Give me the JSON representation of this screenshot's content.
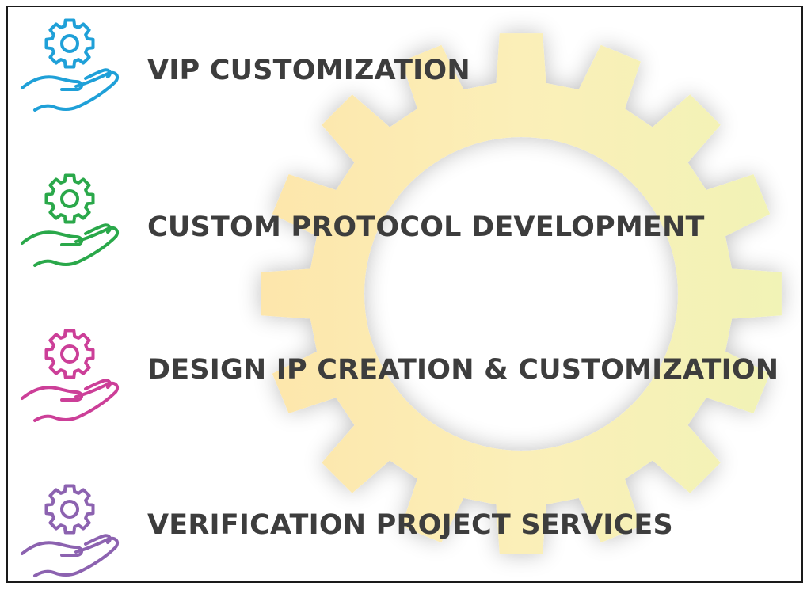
{
  "items": [
    {
      "label": "VIP CUSTOMIZATION",
      "icon": "hand-gear-icon",
      "color": "#1fa0d8"
    },
    {
      "label": "CUSTOM PROTOCOL DEVELOPMENT",
      "icon": "hand-gear-icon",
      "color": "#2aa84a"
    },
    {
      "label": "DESIGN IP CREATION & CUSTOMIZATION",
      "icon": "hand-gear-icon",
      "color": "#cc3f98"
    },
    {
      "label": "VERIFICATION PROJECT SERVICES",
      "icon": "hand-gear-icon",
      "color": "#8c62b0"
    }
  ],
  "background": {
    "icon": "gear-icon",
    "colors": [
      "#fde8b0",
      "#f3f3b8"
    ]
  }
}
